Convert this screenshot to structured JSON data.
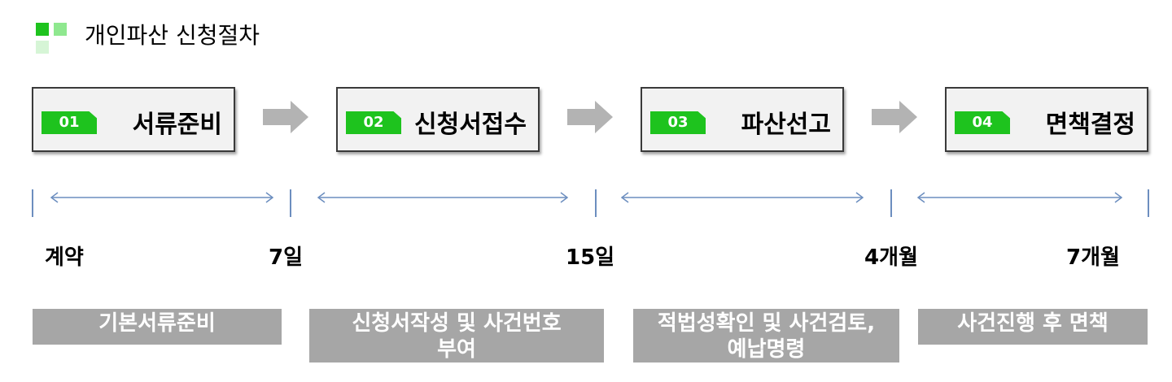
{
  "title": "개인파산 신청절차",
  "colors": {
    "accent": "#1ec31e",
    "box_bg": "#f2f2f2",
    "arrow": "#b3b3b3",
    "timeline": "#6c8ebf",
    "desc_bg": "#a6a6a6"
  },
  "steps": [
    {
      "number": "01",
      "label": "서류준비"
    },
    {
      "number": "02",
      "label": "신청서접수"
    },
    {
      "number": "03",
      "label": "파산선고"
    },
    {
      "number": "04",
      "label": "면책결정"
    }
  ],
  "milestones": [
    "계약",
    "7일",
    "15일",
    "4개월",
    "7개월"
  ],
  "descriptions": [
    {
      "line1": "기본서류준비",
      "line2": ""
    },
    {
      "line1": "신청서작성 및 사건번호",
      "line2": "부여"
    },
    {
      "line1": "적법성확인 및 사건검토,",
      "line2": "예납명령"
    },
    {
      "line1": "사건진행 후 면책",
      "line2": ""
    }
  ]
}
